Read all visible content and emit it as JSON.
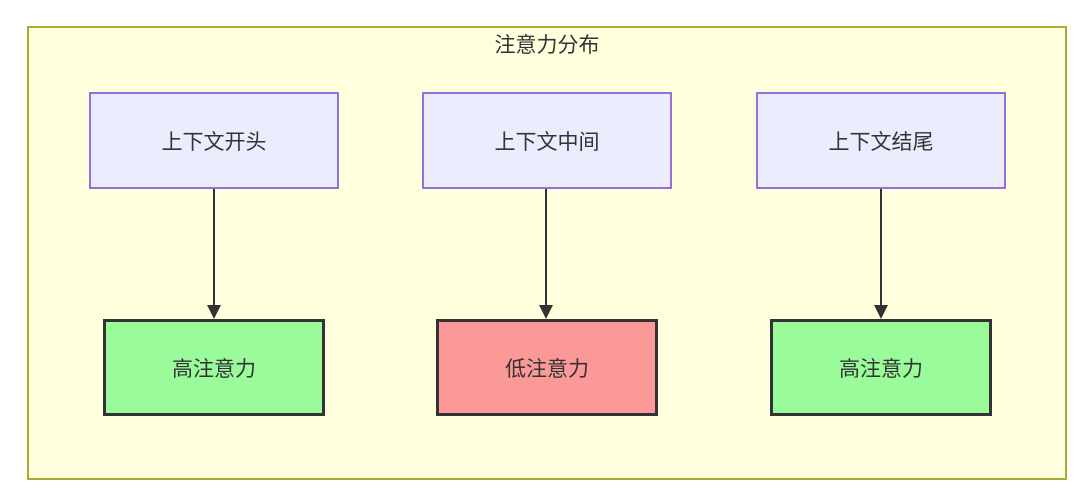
{
  "diagram": {
    "title": "注意力分布",
    "columns": [
      {
        "source": "上下文开头",
        "result": "高注意力",
        "level": "high"
      },
      {
        "source": "上下文中间",
        "result": "低注意力",
        "level": "low"
      },
      {
        "source": "上下文结尾",
        "result": "高注意力",
        "level": "high"
      }
    ],
    "colors": {
      "container_background": "#FFFFDE",
      "container_border": "#AAAA33",
      "source_node_background": "#ECECFF",
      "source_node_border": "#9370DB",
      "high_attention_background": "#99FB99",
      "low_attention_background": "#FB9898",
      "result_node_border": "#333333",
      "edge_color": "#333333",
      "text_color": "#333333"
    }
  }
}
